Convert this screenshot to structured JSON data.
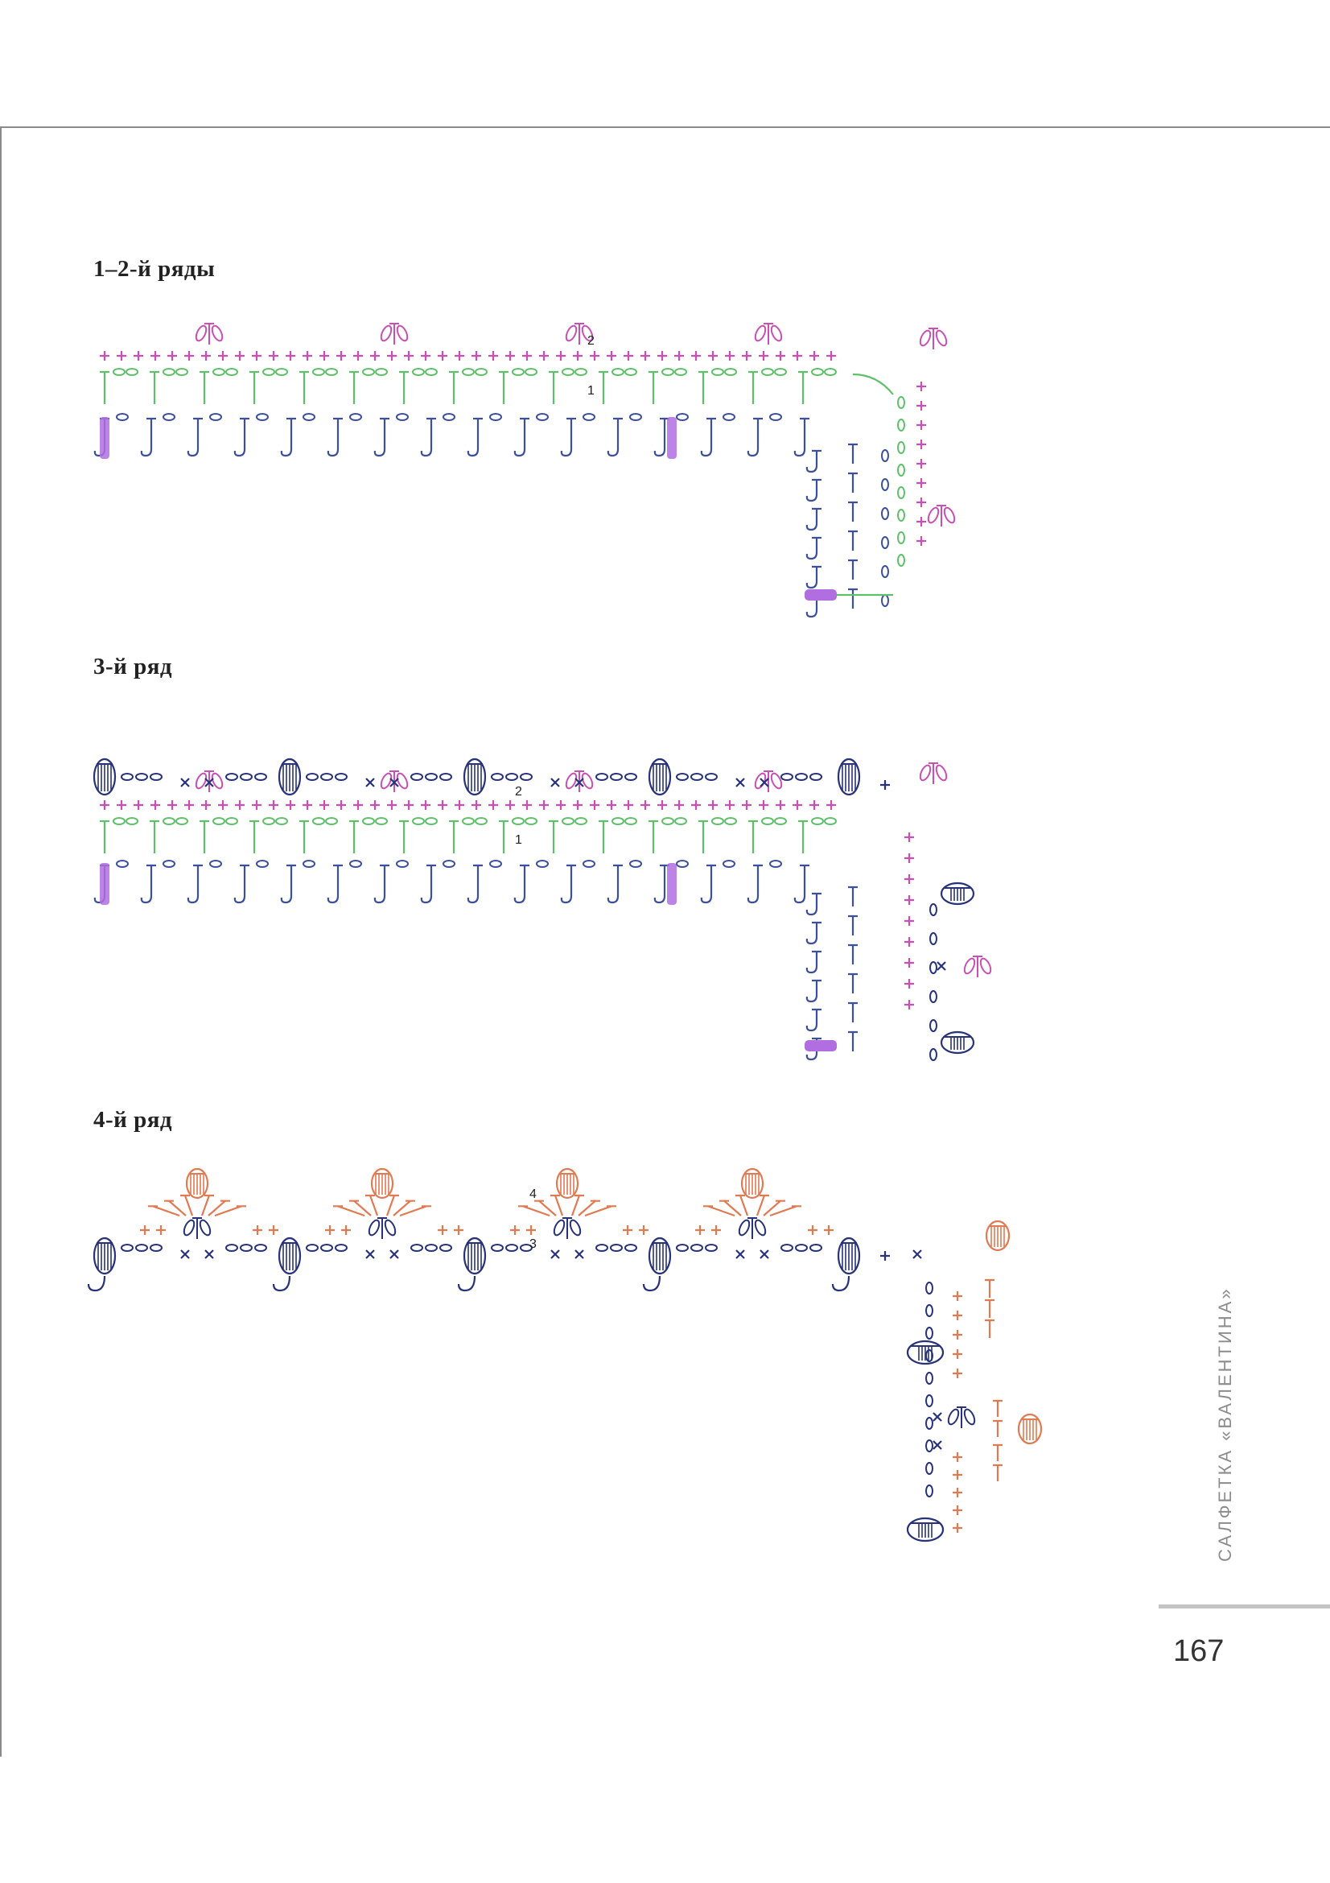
{
  "headings": {
    "rows_1_2": "1–2-й ряды",
    "row_3": "3-й ряд",
    "row_4": "4-й ряд"
  },
  "row_markers": {
    "m1": "1",
    "m2": "2",
    "m3": "3",
    "m4": "4"
  },
  "side_title": "САЛФЕТКА «ВАЛЕНТИНА»",
  "page_number": "167",
  "colors": {
    "purple_base": "#b06ee0",
    "blue_row1": "#3c4f9c",
    "green_row1": "#5fbf6a",
    "pink_row2": "#c94fb4",
    "navy_row3": "#27327a",
    "orange_row4": "#e07a52"
  },
  "icons": [
    "chain-stitch-icon",
    "single-crochet-icon",
    "double-crochet-icon",
    "picot-icon",
    "cluster-icon",
    "bobble-icon"
  ]
}
